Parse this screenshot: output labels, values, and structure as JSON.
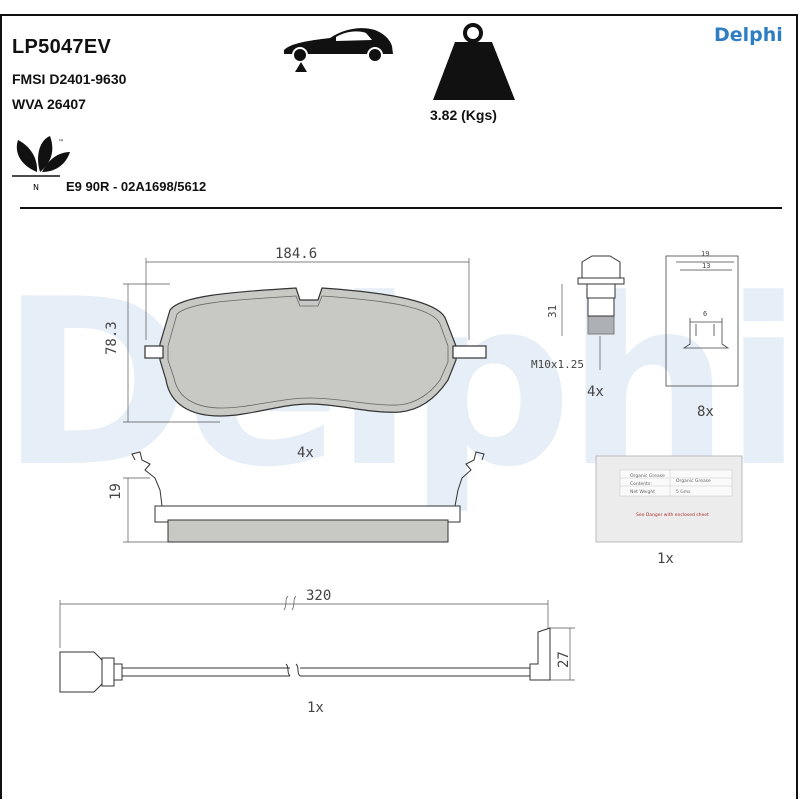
{
  "header": {
    "part_number": "LP5047EV",
    "fmsi": "FMSI D2401-9630",
    "wva": "WVA 26407",
    "ece_approval": "E9 90R - 02A1698/5612",
    "weight_label": "3.82 (Kgs)",
    "brand": "Delphi"
  },
  "icons": {
    "car": "car-lift-icon",
    "weight": "weight-icon",
    "eco": "eco-leaf-icon",
    "eco_tm": "™",
    "eco_letter": "N"
  },
  "watermark": "Delphi",
  "drawings": {
    "pad_width": "184.6",
    "pad_height": "78.3",
    "pad_qty": "4x",
    "pad_thickness": "19",
    "bolt_length": "31",
    "bolt_thread": "M10x1.25",
    "bolt_qty": "4x",
    "clip_dim_top": "19",
    "clip_dim_inner": "13",
    "clip_dim_small": "6",
    "clip_qty": "8x",
    "sachet_qty": "1x",
    "sensor_length": "320",
    "sensor_height": "27",
    "sensor_qty": "1x",
    "sachet_lines": [
      "Organic Grease",
      "Contents:",
      "Net Weight",
      "Organic Grease",
      "5 Gms",
      "See Danger with enclosed sheet"
    ]
  },
  "colors": {
    "brand_blue": "#2f7ec1",
    "pad_fill": "#c8c8c4"
  }
}
